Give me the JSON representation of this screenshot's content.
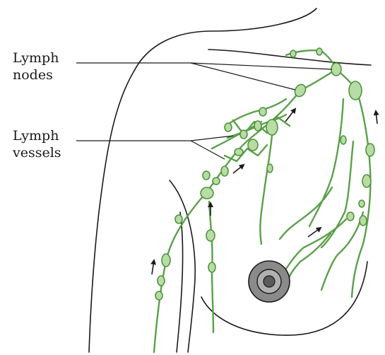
{
  "labels": {
    "lymph_nodes": [
      "Lymph",
      "nodes"
    ],
    "lymph_vessels": [
      "Lymph",
      "vessels"
    ]
  },
  "colors": {
    "outline": "#1a1a1a",
    "vessel": "#5aa04a",
    "node_fill": "#b8dca4",
    "node_stroke": "#4e9440",
    "nipple_outer": "#8a8a8a",
    "nipple_inner": "#5a5a5a",
    "arrow": "#1a1a1a"
  }
}
